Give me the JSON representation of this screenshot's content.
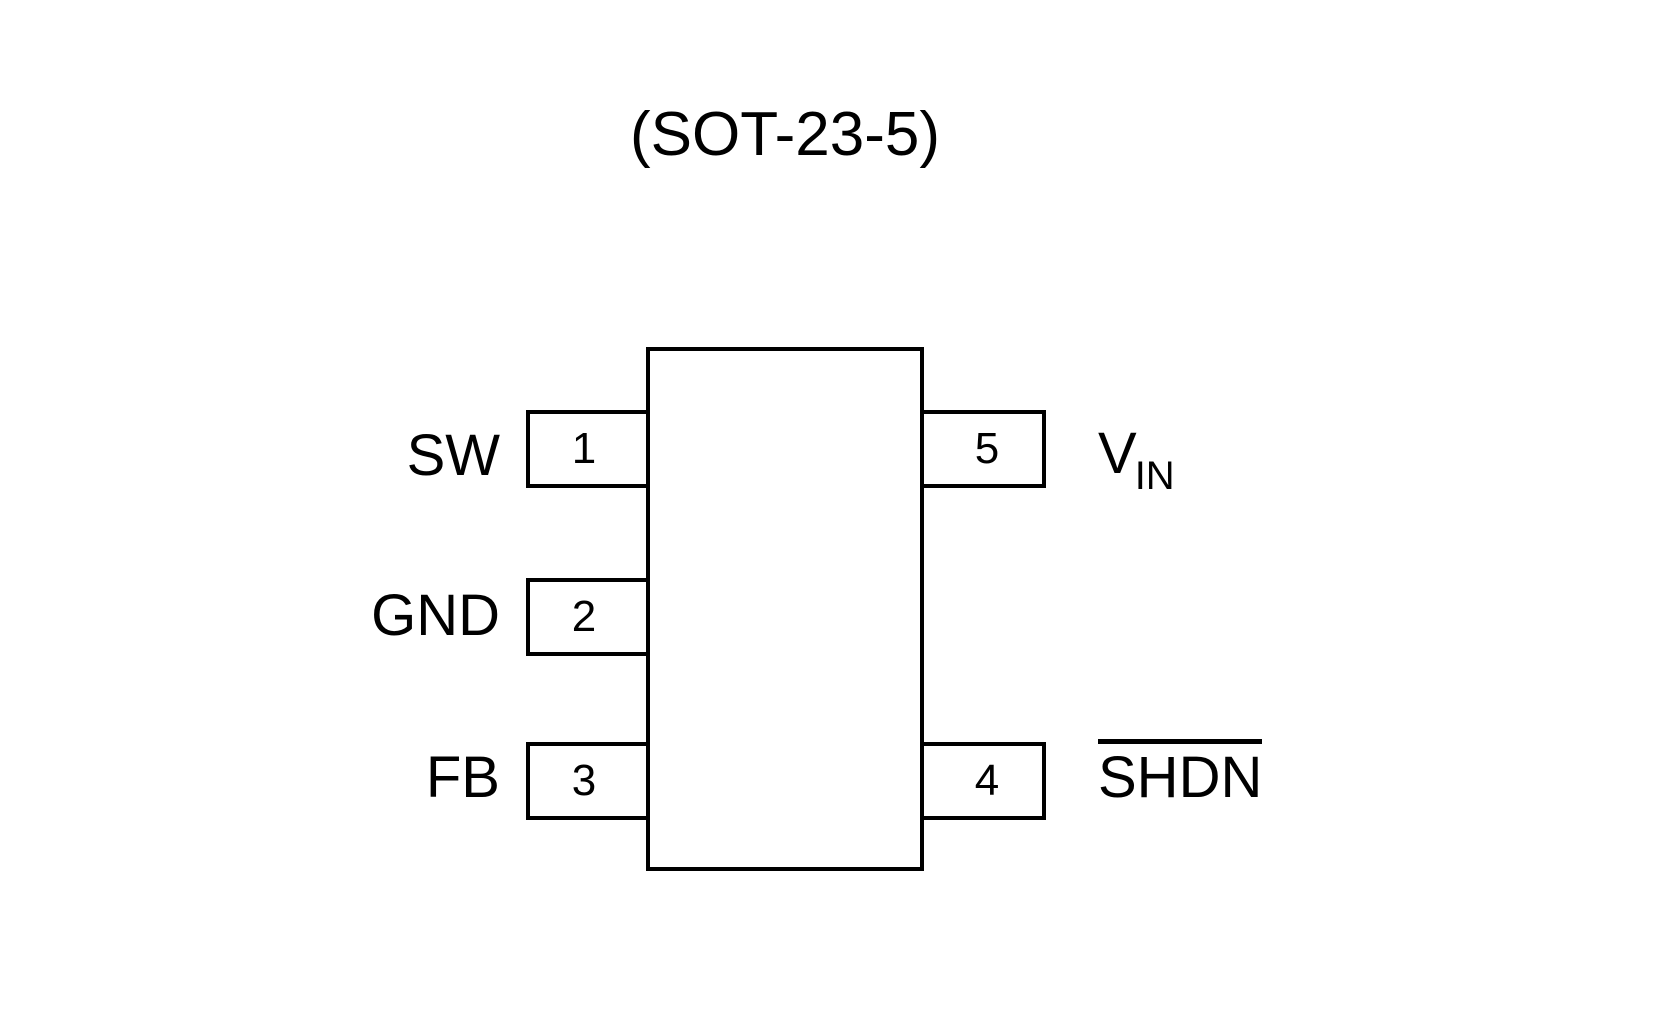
{
  "diagram": {
    "title": "(SOT-23-5)",
    "package_type": "SOT-23-5",
    "body_label": "",
    "colors": {
      "line": "#000000",
      "background": "#ffffff",
      "text": "#000000"
    },
    "pins": {
      "left": [
        {
          "number": "1",
          "name": "SW"
        },
        {
          "number": "2",
          "name": "GND"
        },
        {
          "number": "3",
          "name": "FB"
        }
      ],
      "right": [
        {
          "number": "5",
          "name": "V",
          "subscript": "IN",
          "overline": false
        },
        {
          "number": "4",
          "name": "SHDN",
          "subscript": "",
          "overline": true
        }
      ]
    }
  }
}
